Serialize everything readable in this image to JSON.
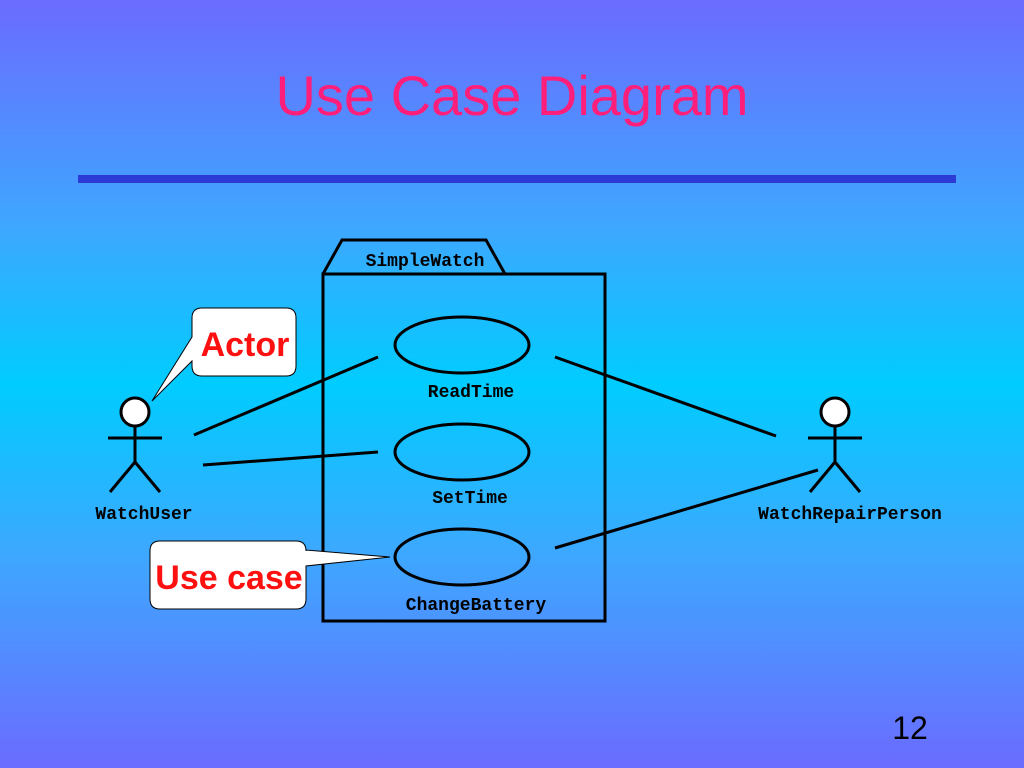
{
  "slide": {
    "title": "Use Case Diagram",
    "page_number": "12"
  },
  "diagram": {
    "package_name": "SimpleWatch",
    "actors": {
      "left": "WatchUser",
      "right": "WatchRepairPerson"
    },
    "use_cases": {
      "read_time": "ReadTime",
      "set_time": "SetTime",
      "change_battery": "ChangeBattery"
    },
    "callouts": {
      "actor": "Actor",
      "use_case": "Use case"
    }
  },
  "colors": {
    "title": "#ff1f7a",
    "rule": "#2c3ad6",
    "callout_text": "#ff1010"
  }
}
